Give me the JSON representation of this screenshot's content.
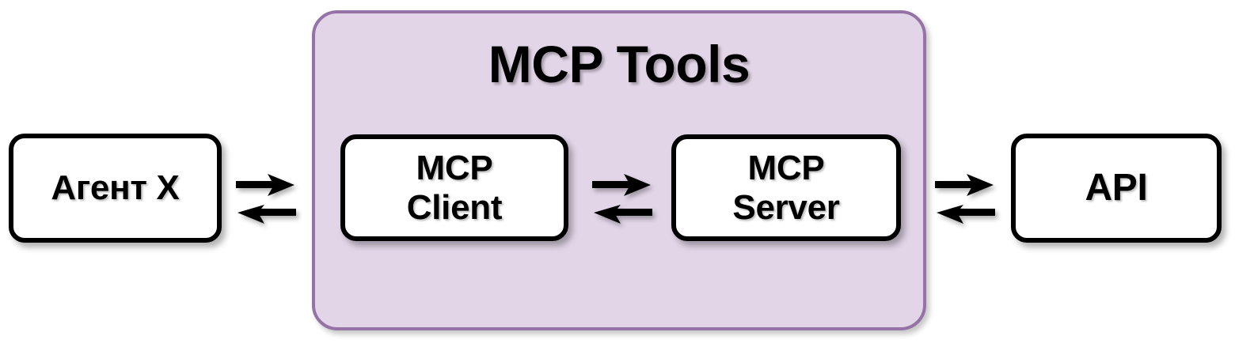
{
  "diagram": {
    "title": "MCP Tools",
    "group": {
      "label": "MCP Tools",
      "fill_color": "#E1D5E7",
      "border_color": "#9673A6"
    },
    "nodes": [
      {
        "id": "agent",
        "label": "Агент X",
        "fill_color": "#FFFFFF",
        "border_color": "#000000"
      },
      {
        "id": "client",
        "label": "MCP\nClient",
        "fill_color": "#FFFFFF",
        "border_color": "#000000"
      },
      {
        "id": "server",
        "label": "MCP\nServer",
        "fill_color": "#FFFFFF",
        "border_color": "#000000"
      },
      {
        "id": "api",
        "label": "API",
        "fill_color": "#FFFFFF",
        "border_color": "#000000"
      }
    ],
    "connections": [
      {
        "id": "agent-client",
        "from": "Агент X",
        "to": "MCP Client",
        "style": "bidirectional",
        "color": "#000000"
      },
      {
        "id": "client-server",
        "from": "MCP Client",
        "to": "MCP Server",
        "style": "bidirectional",
        "color": "#000000"
      },
      {
        "id": "server-api",
        "from": "MCP Server",
        "to": "API",
        "style": "bidirectional",
        "color": "#000000"
      }
    ]
  }
}
